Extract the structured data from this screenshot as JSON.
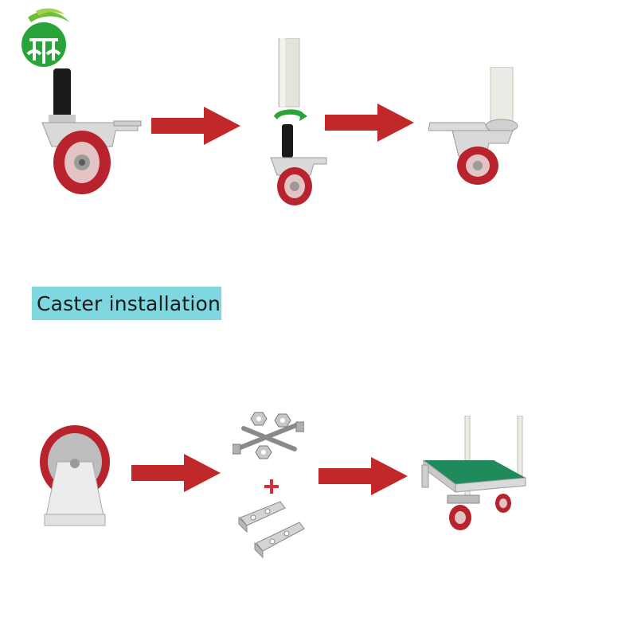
{
  "section_title": "Caster installation",
  "colors": {
    "arrow": "#c0282a",
    "banner": "#7fd7e0",
    "wheel": "#b8232e",
    "logo_green": "#2aa33a",
    "cart_top": "#1f8a5a"
  },
  "icons": {
    "logo": "brand-logo",
    "plus": "plus-sign"
  }
}
